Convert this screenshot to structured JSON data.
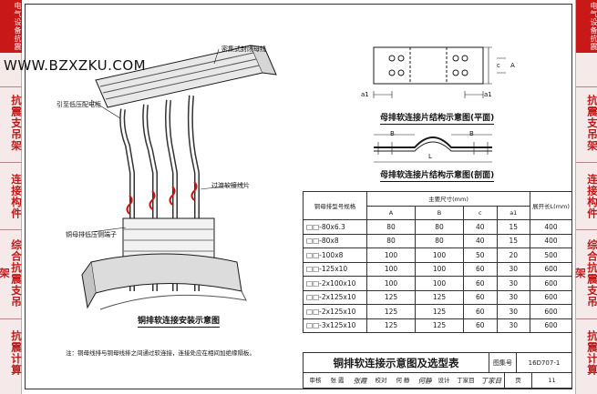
{
  "sidebar": {
    "current_tag": "电气设备抗震",
    "left_items": [
      "抗震支吊架",
      "连接构件",
      "综合抗震支吊架",
      "抗震计算"
    ],
    "right_items": [
      "抗震支吊架",
      "连接构件",
      "综合抗震支吊架",
      "抗震计算"
    ]
  },
  "watermark": "WWW.BZXZKU.COM",
  "install_drawing": {
    "labels": {
      "busway": "密集式封闭母线",
      "cable": "引至低压配电柜",
      "transition": "过渡软接线片",
      "terminal": "铜母排低压侧端子"
    },
    "caption": "铜排软连接安装示意图"
  },
  "plan_view": {
    "caption": "母排软连接片结构示意图(平面)",
    "dims": [
      "a1",
      "a1",
      "A",
      "c"
    ]
  },
  "section_view": {
    "caption": "母排软连接片结构示意图(剖面)",
    "dims": [
      "B",
      "B",
      "L"
    ]
  },
  "note": "注：铜母线排与铜母线排之间通过软连接，连接处应在相间加绝缘隔板。",
  "table": {
    "header_model": "铜母排型号规格",
    "header_main": "主要尺寸(mm)",
    "header_len": "展开长L(mm)",
    "sub_headers": [
      "A",
      "B",
      "c",
      "a1"
    ],
    "rows": [
      [
        "□□-80x6.3",
        "80",
        "80",
        "40",
        "15",
        "400"
      ],
      [
        "□□-80x8",
        "80",
        "80",
        "40",
        "15",
        "400"
      ],
      [
        "□□-100x8",
        "100",
        "100",
        "50",
        "20",
        "500"
      ],
      [
        "□□-125x10",
        "100",
        "100",
        "60",
        "30",
        "600"
      ],
      [
        "□□-2x100x10",
        "100",
        "100",
        "60",
        "30",
        "600"
      ],
      [
        "□□-2x125x10",
        "125",
        "125",
        "60",
        "30",
        "600"
      ],
      [
        "□□-2x125x10",
        "125",
        "125",
        "60",
        "30",
        "600"
      ],
      [
        "□□-3x125x10",
        "125",
        "125",
        "60",
        "30",
        "600"
      ]
    ]
  },
  "title_block": {
    "title": "铜排软连接示意图及选型表",
    "atlas_label": "图集号",
    "atlas_no": "16D707-1",
    "page_label": "页",
    "page_no": "11",
    "row2": [
      "审核",
      "张 霞",
      "校对",
      "何 静",
      "设计",
      "丁家目"
    ],
    "sigs": [
      "张霞",
      "何静",
      "丁家目"
    ]
  }
}
